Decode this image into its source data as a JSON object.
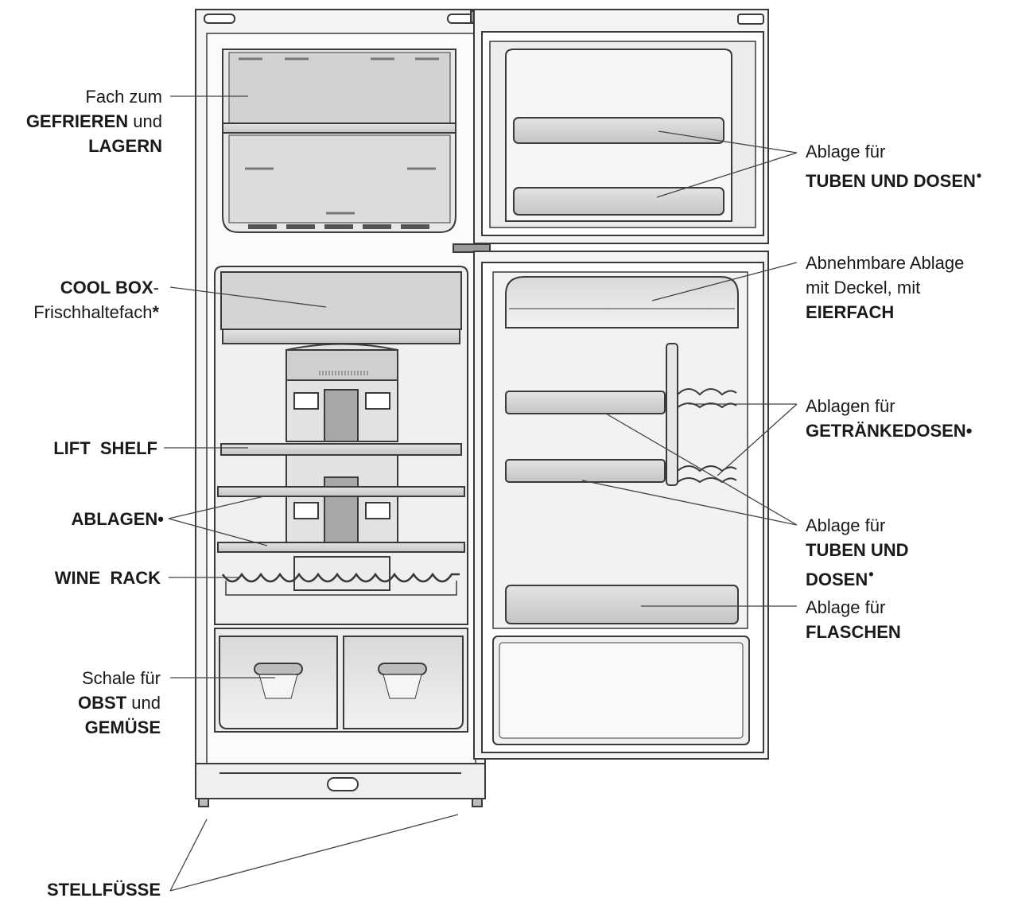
{
  "labels": {
    "gefrieren": {
      "line1": "Fach zum",
      "line2_bold": "GEFRIEREN",
      "line2_rest": " und",
      "line3": "LAGERN"
    },
    "coolbox": {
      "line1_bold": "COOL BOX",
      "line1_rest": "-",
      "line2": "Frischhaltefach",
      "mark": "*"
    },
    "liftshelf": {
      "text": "LIFT  SHELF"
    },
    "ablagen": {
      "text": "ABLAGEN",
      "mark": "•"
    },
    "winerack": {
      "text": "WINE  RACK"
    },
    "schale": {
      "line1": "Schale für",
      "line2_bold": "OBST",
      "line2_rest": " und",
      "line3": "GEMÜSE"
    },
    "stellfuesse": {
      "text": "STELLFÜSSE"
    },
    "tuben_top": {
      "line1": "Ablage für",
      "line2": "TUBEN UND DOSEN",
      "mark": "•"
    },
    "eierfach": {
      "line1": "Abnehmbare Ablage",
      "line2": "mit Deckel, mit",
      "line3": "EIERFACH"
    },
    "getraenke": {
      "line1": "Ablagen für",
      "line2": "GETRÄNKEDOSEN",
      "mark": "•"
    },
    "tuben_mid": {
      "line1": "Ablage für",
      "line2": "TUBEN UND",
      "line3": "DOSEN",
      "mark": "•"
    },
    "flaschen": {
      "line1": "Ablage für",
      "line2": "FLASCHEN"
    }
  }
}
